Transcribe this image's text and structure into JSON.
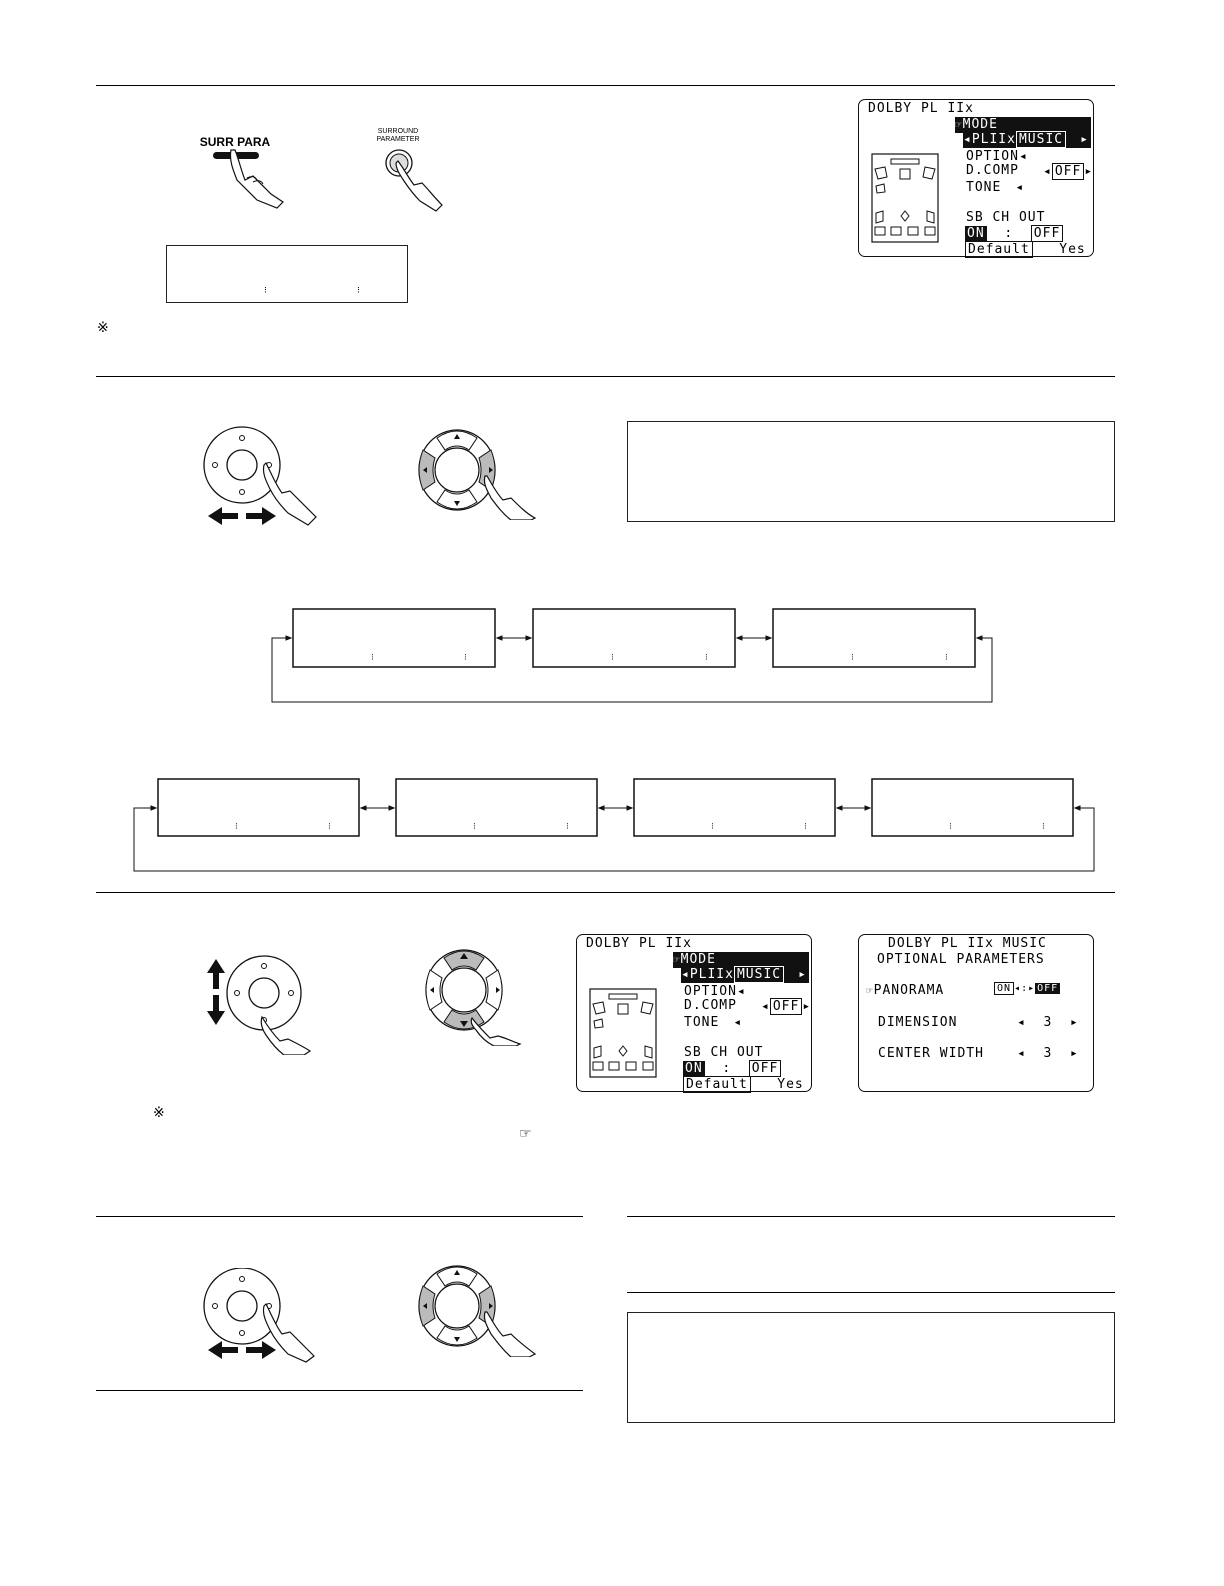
{
  "buttons": {
    "surr_para_label": "SURR PARA",
    "surround_parameter_label_line1": "SURROUND",
    "surround_parameter_label_line2": "PARAMETER"
  },
  "symbols": {
    "note_mark": "※",
    "reference_mark": "☞"
  },
  "osd_main": {
    "title": "DOLBY PL IIx",
    "mode_label": "MODE",
    "mode_value_prefix": "PLIIx",
    "mode_value": "MUSIC",
    "option_label": "OPTION",
    "dcomp_label": "D.COMP",
    "dcomp_value": "OFF",
    "tone_label": "TONE",
    "sb_ch_out_label": "SB CH OUT",
    "sb_on": "ON",
    "sb_sep": ":",
    "sb_off": "OFF",
    "default_label": "Default",
    "yes_label": "Yes"
  },
  "osd_optional": {
    "title_line1": "DOLBY PL IIx MUSIC",
    "title_line2": "OPTIONAL PARAMETERS",
    "panorama_label": "PANORAMA",
    "panorama_on": "ON",
    "panorama_sep": ":",
    "panorama_off": "OFF",
    "dimension_label": "DIMENSION",
    "dimension_value": "3",
    "center_width_label": "CENTER WIDTH",
    "center_width_value": "3"
  }
}
